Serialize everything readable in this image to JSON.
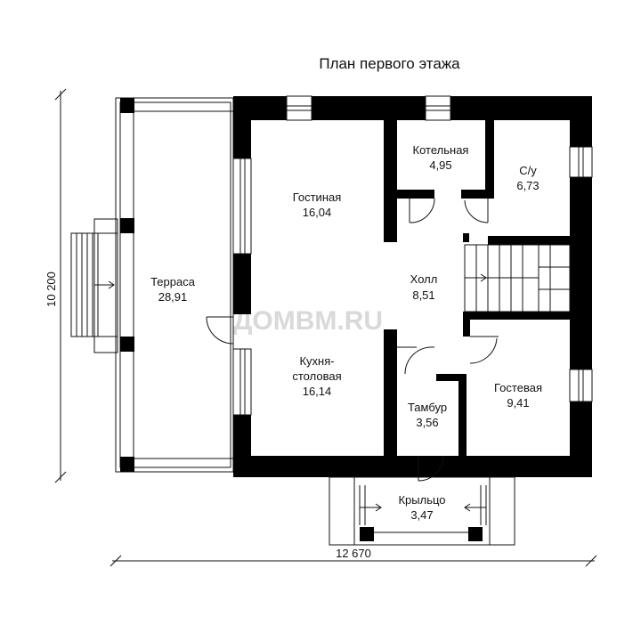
{
  "title": "План первого этажа",
  "watermark": "ДОМВМ.RU",
  "dimensions": {
    "width": "12 670",
    "height": "10 200"
  },
  "rooms": [
    {
      "id": "terrace",
      "name": "Терраса",
      "area": "28,91"
    },
    {
      "id": "living",
      "name": "Гостиная",
      "area": "16,04"
    },
    {
      "id": "boiler",
      "name": "Котельная",
      "area": "4,95"
    },
    {
      "id": "bathroom",
      "name": "С/у",
      "area": "6,73"
    },
    {
      "id": "hall",
      "name": "Холл",
      "area": "8,51"
    },
    {
      "id": "kitchen",
      "name_line1": "Кухня-",
      "name_line2": "столовая",
      "area": "16,14"
    },
    {
      "id": "vestibule",
      "name": "Тамбур",
      "area": "3,56"
    },
    {
      "id": "guest",
      "name": "Гостевая",
      "area": "9,41"
    },
    {
      "id": "porch",
      "name": "Крыльцо",
      "area": "3,47"
    }
  ],
  "colors": {
    "wall": "#000000",
    "line": "#111111",
    "watermark": "#d9d9d9"
  }
}
